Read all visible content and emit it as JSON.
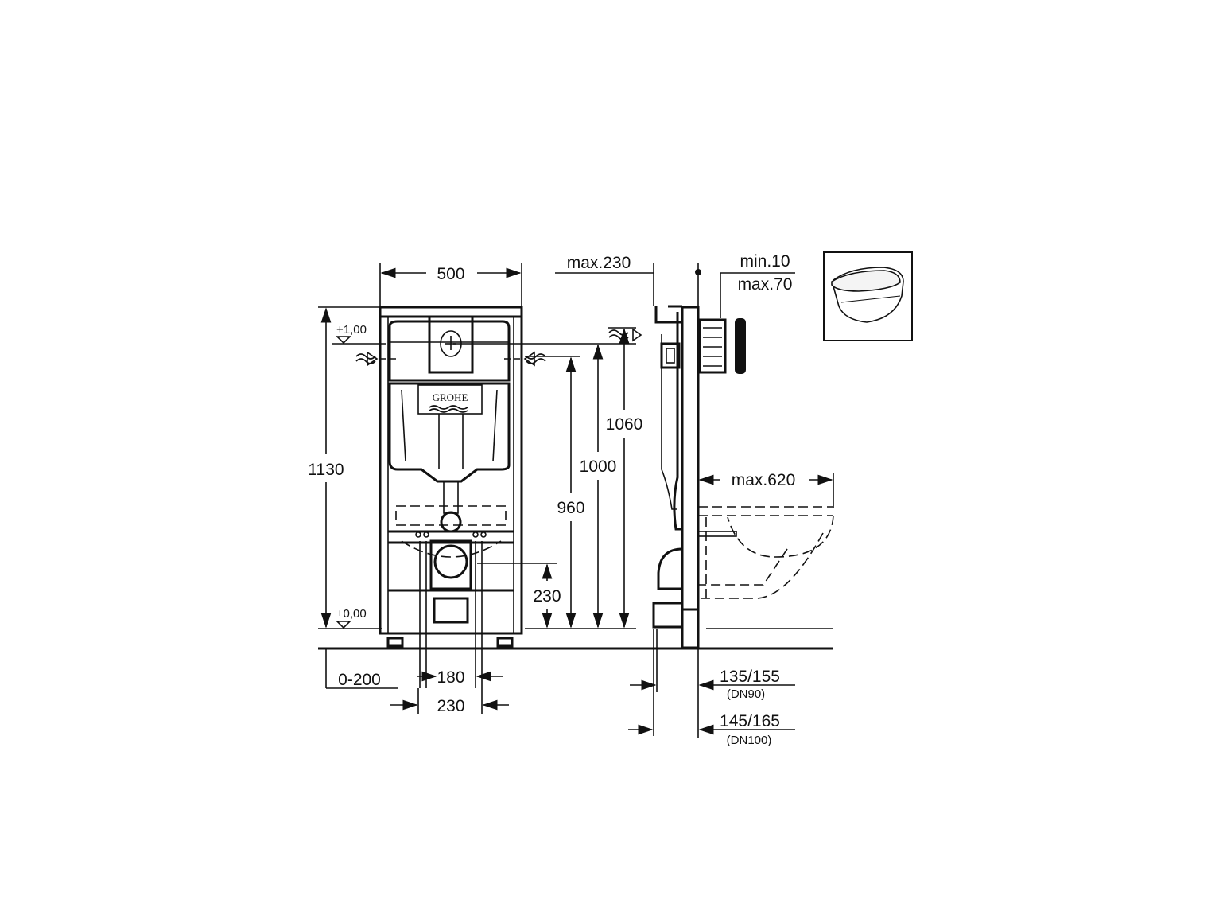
{
  "brand": "GROHE",
  "front_view": {
    "width": "500",
    "height_total": "1130",
    "level_top": "+1,00",
    "level_floor": "±0,00",
    "dim_960": "960",
    "dim_1000": "1000",
    "dim_1060": "1060",
    "dim_outlet": "230",
    "dim_foot": "0-200",
    "dim_bolts": "180",
    "dim_bolts_outer": "230"
  },
  "side_view": {
    "max_depth": "max.230",
    "wall_min": "min.10",
    "wall_max": "max.70",
    "bowl_projection": "max.620",
    "dn90_dim": "135/155",
    "dn90_label": "(DN90)",
    "dn100_dim": "145/165",
    "dn100_label": "(DN100)"
  }
}
